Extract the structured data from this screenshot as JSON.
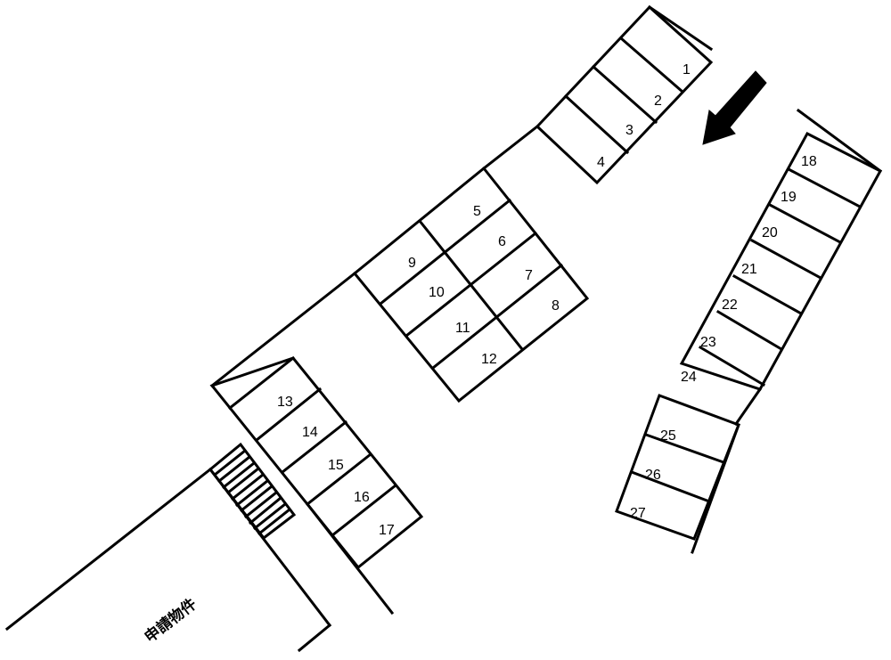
{
  "diagram": {
    "type": "parking-lot-layout",
    "arrow": {
      "name": "entrance-arrow",
      "direction": "down-left"
    },
    "property_label": "申請物件",
    "spaces": [
      {
        "id": "space-1",
        "label": "1"
      },
      {
        "id": "space-2",
        "label": "2"
      },
      {
        "id": "space-3",
        "label": "3"
      },
      {
        "id": "space-4",
        "label": "4"
      },
      {
        "id": "space-5",
        "label": "5"
      },
      {
        "id": "space-6",
        "label": "6"
      },
      {
        "id": "space-7",
        "label": "7"
      },
      {
        "id": "space-8",
        "label": "8"
      },
      {
        "id": "space-9",
        "label": "9"
      },
      {
        "id": "space-10",
        "label": "10"
      },
      {
        "id": "space-11",
        "label": "11"
      },
      {
        "id": "space-12",
        "label": "12"
      },
      {
        "id": "space-13",
        "label": "13"
      },
      {
        "id": "space-14",
        "label": "14"
      },
      {
        "id": "space-15",
        "label": "15"
      },
      {
        "id": "space-16",
        "label": "16"
      },
      {
        "id": "space-17",
        "label": "17"
      },
      {
        "id": "space-18",
        "label": "18"
      },
      {
        "id": "space-19",
        "label": "19"
      },
      {
        "id": "space-20",
        "label": "20"
      },
      {
        "id": "space-21",
        "label": "21"
      },
      {
        "id": "space-22",
        "label": "22"
      },
      {
        "id": "space-23",
        "label": "23"
      },
      {
        "id": "space-24",
        "label": "24"
      },
      {
        "id": "space-25",
        "label": "25"
      },
      {
        "id": "space-26",
        "label": "26"
      },
      {
        "id": "space-27",
        "label": "27"
      }
    ]
  }
}
